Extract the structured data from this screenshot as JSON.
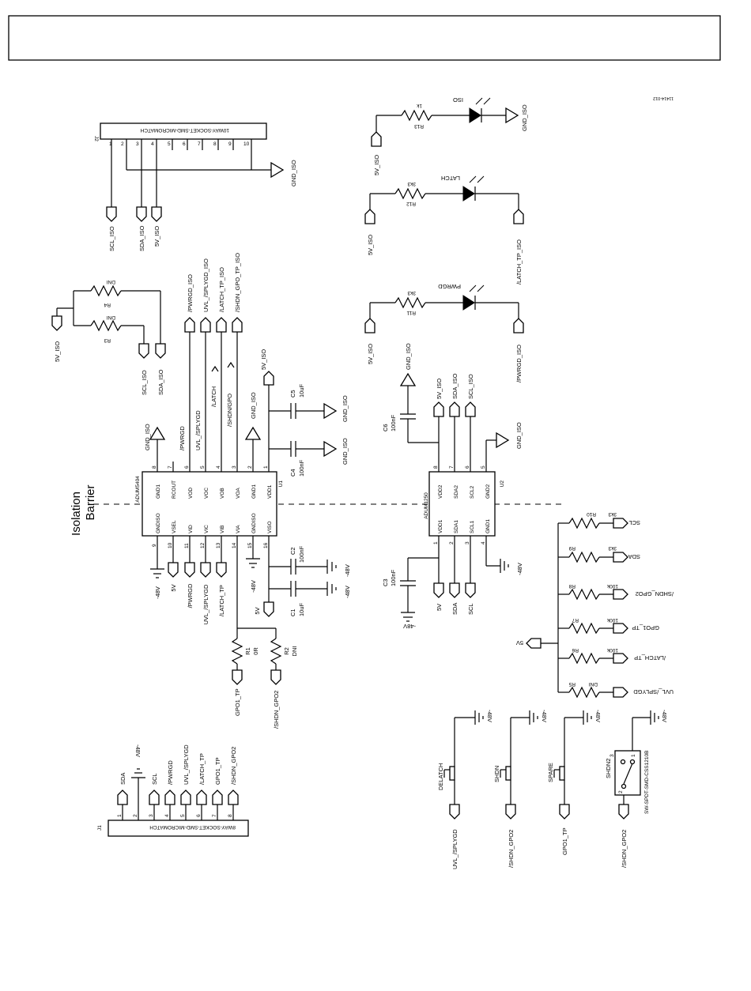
{
  "figure_id": "11414-012",
  "isolation_barrier": {
    "line1": "Isolation",
    "line2": "Barrier"
  },
  "u1": {
    "ref": "U1",
    "part": "ADUM5404",
    "top_pins": [
      {
        "num": "8",
        "name": "GND1"
      },
      {
        "num": "7",
        "name": "RCOUT"
      },
      {
        "num": "6",
        "name": "VOD"
      },
      {
        "num": "5",
        "name": "VOC"
      },
      {
        "num": "4",
        "name": "VOB"
      },
      {
        "num": "3",
        "name": "VOA"
      },
      {
        "num": "2",
        "name": "GND1"
      },
      {
        "num": "1",
        "name": "VDD1"
      }
    ],
    "bottom_pins": [
      {
        "num": "9",
        "name": "GNDISO"
      },
      {
        "num": "10",
        "name": "VSEL"
      },
      {
        "num": "11",
        "name": "VID"
      },
      {
        "num": "12",
        "name": "VIC"
      },
      {
        "num": "13",
        "name": "VIB"
      },
      {
        "num": "14",
        "name": "VIA"
      },
      {
        "num": "15",
        "name": "GNDISO"
      },
      {
        "num": "16",
        "name": "VISO"
      }
    ],
    "top_nets": [
      "GND_ISO",
      "/PWRGD",
      "UVL_/SPLYGD",
      "/LATCH",
      "/SHDN/GPO",
      "GND_ISO",
      "5V_ISO"
    ],
    "iso_nets": [
      "/PWRGD_ISO",
      "UVL_/SPLYGD_ISO",
      "/LATCH_TP_ISO",
      "/SHDN_GPO_TP_ISO"
    ],
    "bottom_nets": [
      "-48V",
      "5V",
      "/PWRGD",
      "UVL_/SPLYGD",
      "/LATCH_TP",
      "-48V",
      "5V"
    ]
  },
  "u2": {
    "ref": "U2",
    "part": "ADUM1250",
    "top_pins": [
      {
        "num": "8",
        "name": "VDD2"
      },
      {
        "num": "7",
        "name": "SDA2"
      },
      {
        "num": "6",
        "name": "SCL2"
      },
      {
        "num": "5",
        "name": "GND2"
      }
    ],
    "bottom_pins": [
      {
        "num": "1",
        "name": "VDD1"
      },
      {
        "num": "2",
        "name": "SDA1"
      },
      {
        "num": "3",
        "name": "SCL1"
      },
      {
        "num": "4",
        "name": "GND1"
      }
    ],
    "top_nets": [
      "5V_ISO",
      "SDA_ISO",
      "SCL_ISO",
      "GND_ISO"
    ],
    "bottom_nets": [
      "5V",
      "SDA",
      "SCL",
      "-48V"
    ]
  },
  "caps": {
    "c5": {
      "ref": "C5",
      "value": "10uF",
      "net": "GND_ISO"
    },
    "c4": {
      "ref": "C4",
      "value": "100nF",
      "net": "GND_ISO"
    },
    "c2": {
      "ref": "C2",
      "value": "100nF",
      "net": "-48V"
    },
    "c1": {
      "ref": "C1",
      "value": "10uF",
      "net": "-48V"
    },
    "c6": {
      "ref": "C6",
      "value": "100nF",
      "net": "GND_ISO"
    },
    "c3": {
      "ref": "C3",
      "value": "100nF",
      "net": "-48V"
    }
  },
  "resistors": {
    "r1": {
      "ref": "R1",
      "value": "0R",
      "net": "GPO1_TP"
    },
    "r2": {
      "ref": "R2",
      "value": "DNI",
      "net": "/SHDN_GPO2"
    },
    "r3": {
      "ref": "R3",
      "value": "DNI"
    },
    "r4": {
      "ref": "R4",
      "value": "DNI"
    },
    "r11": {
      "ref": "R11",
      "value": "3k3"
    },
    "r12": {
      "ref": "R12",
      "value": "3k3"
    },
    "r13": {
      "ref": "R13",
      "value": "1k"
    },
    "r5": {
      "ref": "R5",
      "value": "DNI",
      "net": "UVL_/SPLYGD"
    },
    "r6": {
      "ref": "R6",
      "value": "100k",
      "net": "/LATCH_TP"
    },
    "r7": {
      "ref": "R7",
      "value": "100k",
      "net": "GPO1_TP"
    },
    "r8": {
      "ref": "R8",
      "value": "100k",
      "net": "/SHDN_GPO2"
    },
    "r9": {
      "ref": "R9",
      "value": "3k3",
      "net": "SDA"
    },
    "r10": {
      "ref": "R10",
      "value": "3k3",
      "net": "SCL"
    }
  },
  "pullup_net": "5V",
  "r34_net": "5V_ISO",
  "r34_outs": [
    "SCL_ISO",
    "SDA_ISO"
  ],
  "leds": [
    {
      "label": "ISO",
      "from": "5V_ISO",
      "to": "GND_ISO"
    },
    {
      "label": "LATCH",
      "from": "5V_ISO",
      "to": "/LATCH_TP_ISO"
    },
    {
      "label": "PWRGD",
      "from": "5V_ISO",
      "to": "/PWRGD_ISO"
    }
  ],
  "j2": {
    "ref": "J2",
    "part": "10WAY-SOCKET-SMD-MICROMATCH",
    "pins": [
      "1",
      "2",
      "3",
      "4",
      "5",
      "6",
      "7",
      "8",
      "9",
      "10"
    ],
    "nets": [
      "SCL_ISO",
      "SDA_ISO",
      "5V_ISO",
      "GND_ISO"
    ]
  },
  "j1": {
    "ref": "J1",
    "part": "8WAY-SOCKET-SMD-MICROMATCH",
    "pins": [
      "1",
      "2",
      "3",
      "4",
      "5",
      "6",
      "7",
      "8"
    ],
    "nets": [
      "SDA",
      "-48V",
      "SCL",
      "/PWRGD",
      "UVL_/SPLYGD",
      "/LATCH_TP",
      "GPO1_TP",
      "/SHDN_GPO2"
    ]
  },
  "switches": [
    {
      "label": "DELATCH",
      "net": "UVL_/SPLYGD",
      "rail": "-48V"
    },
    {
      "label": "SHDN",
      "net": "/SHDN_GPO2",
      "rail": "-48V"
    },
    {
      "label": "SPARE",
      "net": "GPO1_TP",
      "rail": "-48V"
    },
    {
      "label": "SHDN2",
      "net": "/SHDN_GPO2",
      "rail": "-48V",
      "part": "SW-SPDT-SMD-CSS1210B",
      "pins": [
        "3",
        "1",
        "2"
      ]
    }
  ]
}
